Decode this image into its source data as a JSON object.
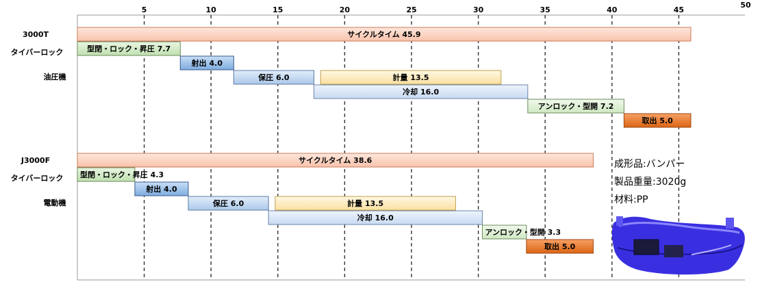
{
  "chart_data": {
    "type": "gantt",
    "x_axis": {
      "min": 0,
      "max": 50,
      "ticks": [
        5,
        10,
        15,
        20,
        25,
        30,
        35,
        40,
        45,
        50
      ],
      "grid": "dashed-vertical"
    },
    "machines": [
      {
        "labels": [
          "3000T",
          "タイバーロック",
          "油圧機"
        ],
        "bars": [
          {
            "label": "サイクルタイム",
            "value": "45.9",
            "start": 0,
            "end": 45.9,
            "row": 0,
            "style": "cycle"
          },
          {
            "label": "型閉・ロック・昇圧",
            "value": "7.7",
            "start": 0,
            "end": 7.7,
            "row": 1,
            "style": "close"
          },
          {
            "label": "射出",
            "value": "4.0",
            "start": 7.7,
            "end": 11.7,
            "row": 2,
            "style": "inject"
          },
          {
            "label": "保圧",
            "value": "6.0",
            "start": 11.7,
            "end": 17.7,
            "row": 3,
            "style": "hold"
          },
          {
            "label": "計量",
            "value": "13.5",
            "start": 18.2,
            "end": 31.7,
            "row": 3,
            "style": "meter"
          },
          {
            "label": "冷却",
            "value": "16.0",
            "start": 17.7,
            "end": 33.7,
            "row": 4,
            "style": "cool"
          },
          {
            "label": "アンロック・型開",
            "value": "7.2",
            "start": 33.7,
            "end": 40.9,
            "row": 5,
            "style": "open"
          },
          {
            "label": "取出",
            "value": "5.0",
            "start": 40.9,
            "end": 45.9,
            "row": 6,
            "style": "eject"
          }
        ]
      },
      {
        "labels": [
          "J3000F",
          "タイバーロック",
          "電動機"
        ],
        "bars": [
          {
            "label": "サイクルタイム",
            "value": "38.6",
            "start": 0,
            "end": 38.6,
            "row": 0,
            "style": "cycle"
          },
          {
            "label": "型閉・ロック・昇圧",
            "value": "4.3",
            "start": 0,
            "end": 4.3,
            "row": 1,
            "style": "close"
          },
          {
            "label": "射出",
            "value": "4.0",
            "start": 4.3,
            "end": 8.3,
            "row": 2,
            "style": "inject"
          },
          {
            "label": "保圧",
            "value": "6.0",
            "start": 8.3,
            "end": 14.3,
            "row": 3,
            "style": "hold"
          },
          {
            "label": "計量",
            "value": "13.5",
            "start": 14.8,
            "end": 28.3,
            "row": 3,
            "style": "meter"
          },
          {
            "label": "冷却",
            "value": "16.0",
            "start": 14.3,
            "end": 30.3,
            "row": 4,
            "style": "cool"
          },
          {
            "label": "アンロック・型開",
            "value": "3.3",
            "start": 30.3,
            "end": 33.6,
            "row": 5,
            "style": "open"
          },
          {
            "label": "取出",
            "value": "5.0",
            "start": 33.6,
            "end": 38.6,
            "row": 6,
            "style": "eject"
          }
        ]
      }
    ]
  },
  "notes": {
    "product": "成形品:バンパー",
    "weight": "製品重量:3020g",
    "material": "材料:PP"
  },
  "image": {
    "icon": "car-bumper-icon",
    "color": "#3a2fe0"
  },
  "colors": {
    "cycle": {
      "fill": "#fcd6c6",
      "stroke": "#c87a5a"
    },
    "close": {
      "fill": "#d2ecc8",
      "stroke": "#6c8a5c"
    },
    "inject": {
      "fill": "#9cc4ee",
      "stroke": "#3c5a8c"
    },
    "hold": {
      "fill": "#c4daf2",
      "stroke": "#5c7aa4"
    },
    "meter": {
      "fill": "#fdeec2",
      "stroke": "#c0a050"
    },
    "cool": {
      "fill": "#dce8f8",
      "stroke": "#6a84aa"
    },
    "open": {
      "fill": "#e2f2d8",
      "stroke": "#6c8a5c"
    },
    "eject": {
      "fill": "#ec7826",
      "stroke": "#9c4a14"
    }
  }
}
